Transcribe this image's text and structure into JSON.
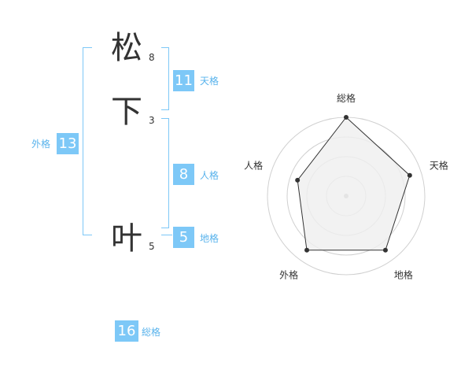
{
  "name": {
    "chars": [
      {
        "char": "松",
        "strokes": "8"
      },
      {
        "char": "下",
        "strokes": "3"
      },
      {
        "char": "叶",
        "strokes": "5"
      }
    ]
  },
  "grades": {
    "tenkaku": {
      "value": "11",
      "label": "天格"
    },
    "jinkaku": {
      "value": "8",
      "label": "人格"
    },
    "chikaku": {
      "value": "5",
      "label": "地格"
    },
    "gaikaku": {
      "value": "13",
      "label": "外格"
    },
    "soukaku": {
      "value": "16",
      "label": "総格"
    }
  },
  "chart_data": {
    "type": "radar",
    "axes": [
      "総格",
      "天格",
      "地格",
      "外格",
      "人格"
    ],
    "values": [
      1.0,
      0.85,
      0.85,
      0.85,
      0.65
    ],
    "rings": 4,
    "colors": {
      "fill": "#efefef",
      "line": "#333333",
      "point": "#333333",
      "grid": "#d0d0d0",
      "center": "#bbbbbb"
    }
  }
}
